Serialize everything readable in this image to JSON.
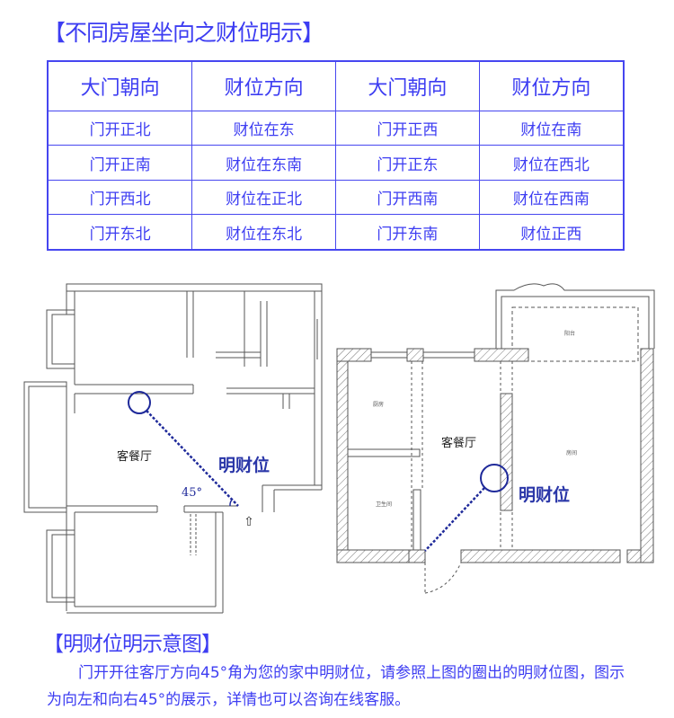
{
  "section1": {
    "title": "【不同房屋坐向之财位明示】",
    "headers": [
      "大门朝向",
      "财位方向",
      "大门朝向",
      "财位方向"
    ],
    "rows": [
      [
        "门开正北",
        "财位在东",
        "门开正西",
        "财位在南"
      ],
      [
        "门开正南",
        "财位在东南",
        "门开正东",
        "财位在西北"
      ],
      [
        "门开西北",
        "财位在正北",
        "门开西南",
        "财位在西南"
      ],
      [
        "门开东北",
        "财位在东北",
        "门开东南",
        "财位正西"
      ]
    ]
  },
  "plan_left": {
    "room_label": "客餐厅",
    "marker_label": "明财位",
    "angle_label": "45°"
  },
  "plan_right": {
    "room_label": "客餐厅",
    "marker_label": "明财位",
    "balcony_label": "阳台",
    "kitchen_label": "厨房",
    "bedroom_label": "房间",
    "bathroom_label": "卫生间"
  },
  "section2": {
    "title": "【明财位明示意图】",
    "text": "门开开往客厅方向45°角为您的家中明财位，请参照上图的圈出的明财位图，图示为向左和向右45°的展示，详情也可以咨询在线客服。"
  },
  "colors": {
    "accent": "#3d3df2",
    "marker": "#1f2a9a"
  }
}
